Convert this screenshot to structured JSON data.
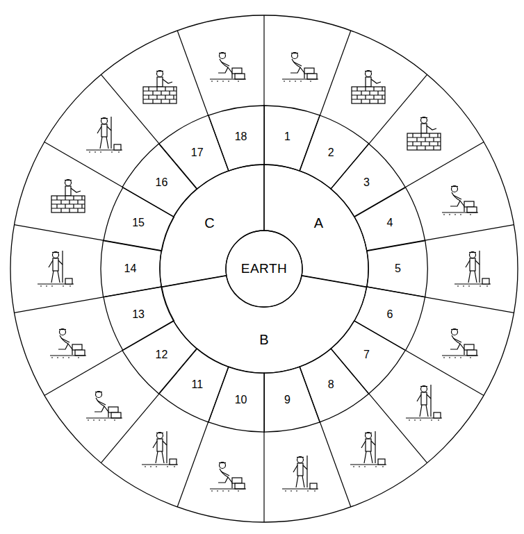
{
  "diagram": {
    "nodes": [
      {
        "text": [
          "EARTH"
        ]
      },
      {
        "text": [
          "A"
        ]
      },
      {
        "text": [
          "B"
        ]
      },
      {
        "text": [
          "C"
        ]
      },
      {
        "text": [
          "1"
        ]
      },
      {
        "text": [
          "2"
        ]
      },
      {
        "text": [
          "3"
        ]
      },
      {
        "text": [
          "4"
        ]
      },
      {
        "text": [
          "5"
        ]
      },
      {
        "text": [
          "6"
        ]
      },
      {
        "text": [
          "7"
        ]
      },
      {
        "text": [
          "8"
        ]
      },
      {
        "text": [
          "9"
        ]
      },
      {
        "text": [
          "10"
        ]
      },
      {
        "text": [
          "11"
        ]
      },
      {
        "text": [
          "12"
        ]
      },
      {
        "text": [
          "13"
        ]
      },
      {
        "text": [
          "14"
        ]
      },
      {
        "text": [
          "15"
        ]
      },
      {
        "text": [
          "16"
        ]
      },
      {
        "text": [
          "17"
        ]
      },
      {
        "text": [
          "18"
        ]
      }
    ]
  }
}
